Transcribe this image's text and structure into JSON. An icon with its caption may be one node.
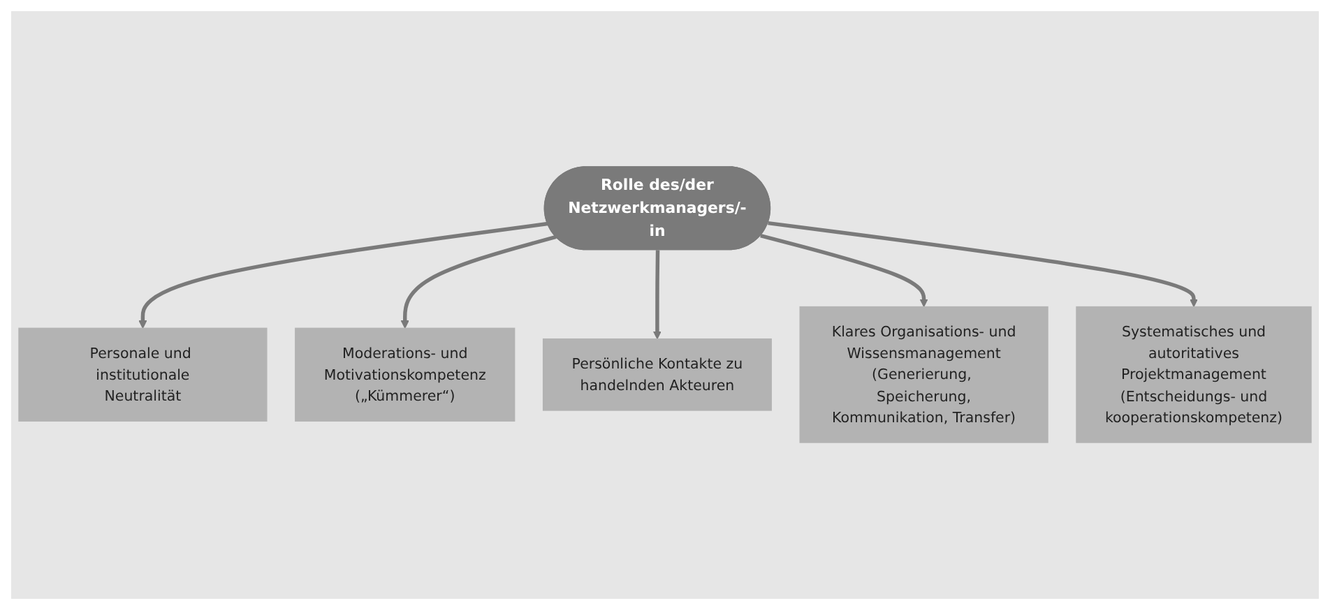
{
  "diagram": {
    "nodes": [
      {
        "text": [
          "Personale und institutionale Neutralität"
        ]
      },
      {
        "text": [
          "Moderations- und Motivationskompetenz („Kümmerer“)"
        ]
      },
      {
        "text": [
          "Persönliche Kontakte zu handelnden Akteuren"
        ]
      },
      {
        "text": [
          "Rolle des/der Netzwerkmanagers/-in"
        ]
      },
      {
        "text": [
          "Klares Organisations- und Wissensmanagement (Generierung, Speicherung, Kommunikation, Transfer)"
        ]
      },
      {
        "text": [
          "Systematisches und autoritatives Projektmanagement (Entscheidungs- und kooperationskompetenz)"
        ]
      }
    ],
    "edges": [
      {
        "from": 3,
        "to": 0,
        "arrow": "to"
      },
      {
        "from": 3,
        "to": 1,
        "arrow": "to"
      },
      {
        "from": 3,
        "to": 2,
        "arrow": "to"
      },
      {
        "from": 3,
        "to": 4,
        "arrow": "to"
      },
      {
        "from": 3,
        "to": 5,
        "arrow": "to"
      }
    ]
  }
}
